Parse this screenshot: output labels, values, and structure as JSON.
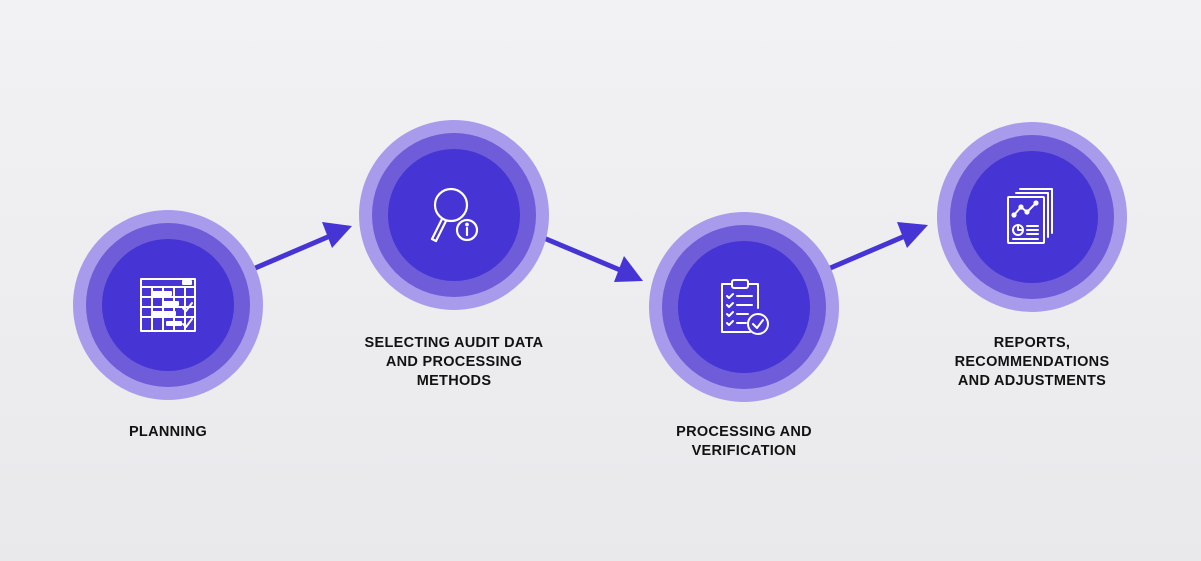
{
  "colors": {
    "ring_outer": "#a99bec",
    "ring_mid": "#6e5cd8",
    "ring_inner": "#4634d4",
    "arrow": "#4634d4",
    "icon_stroke": "#ffffff",
    "label_text": "#121212"
  },
  "steps": [
    {
      "label": "PLANNING",
      "icon": "calendar-table-icon"
    },
    {
      "label": "SELECTING AUDIT DATA\nAND PROCESSING\nMETHODS",
      "icon": "magnifier-info-icon"
    },
    {
      "label": "PROCESSING AND\nVERIFICATION",
      "icon": "clipboard-check-icon"
    },
    {
      "label": "REPORTS,\nRECOMMENDATIONS\nAND ADJUSTMENTS",
      "icon": "report-documents-icon"
    }
  ]
}
